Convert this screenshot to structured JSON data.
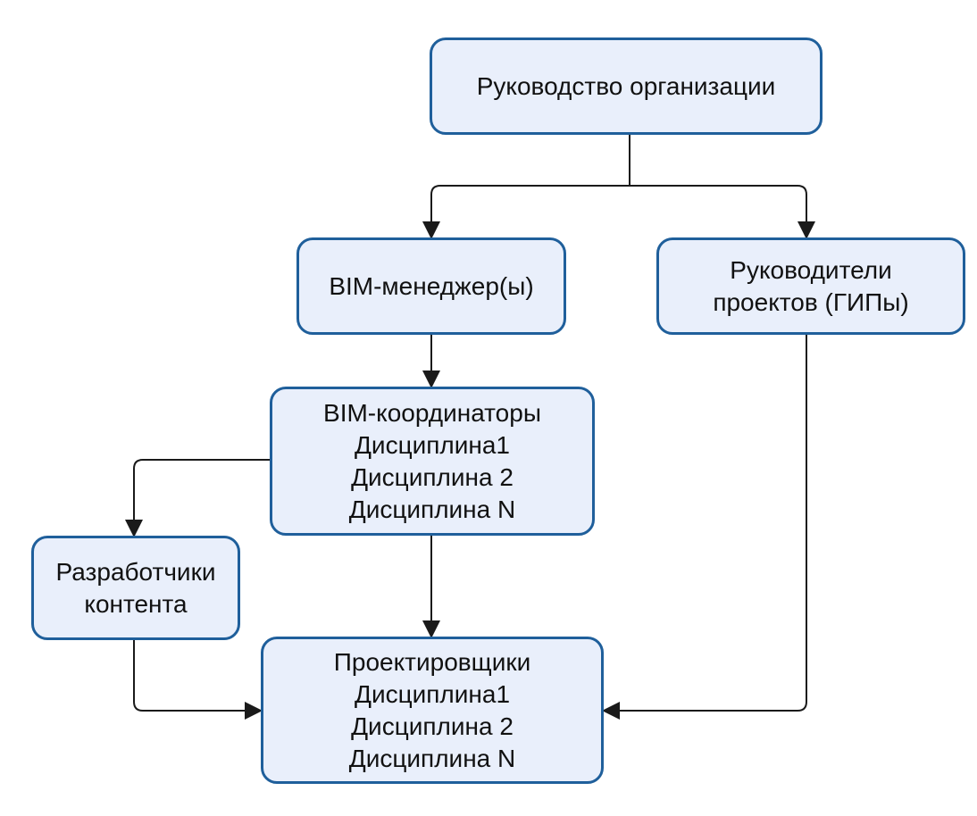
{
  "diagram": {
    "colors": {
      "box_fill": "#e9effb",
      "box_border": "#1f5f9b",
      "connector": "#1a1a1a",
      "text": "#111111"
    },
    "nodes": {
      "organization_management": {
        "lines": [
          "Руководство организации"
        ]
      },
      "bim_managers": {
        "lines": [
          "BIM-менеджер(ы)"
        ]
      },
      "project_managers": {
        "lines": [
          "Руководители",
          "проектов  (ГИПы)"
        ]
      },
      "bim_coordinators": {
        "lines": [
          "BIM-координаторы",
          "Дисциплина1",
          "Дисциплина 2",
          "Дисциплина N"
        ]
      },
      "content_developers": {
        "lines": [
          "Разработчики",
          "контента"
        ]
      },
      "designers": {
        "lines": [
          "Проектировщики",
          "Дисциплина1",
          "Дисциплина 2",
          "Дисциплина N"
        ]
      }
    },
    "edges": [
      {
        "from": "organization_management",
        "to": "bim_managers"
      },
      {
        "from": "organization_management",
        "to": "project_managers"
      },
      {
        "from": "bim_managers",
        "to": "bim_coordinators"
      },
      {
        "from": "bim_coordinators",
        "to": "content_developers"
      },
      {
        "from": "bim_coordinators",
        "to": "designers"
      },
      {
        "from": "content_developers",
        "to": "designers"
      },
      {
        "from": "project_managers",
        "to": "designers"
      }
    ]
  }
}
